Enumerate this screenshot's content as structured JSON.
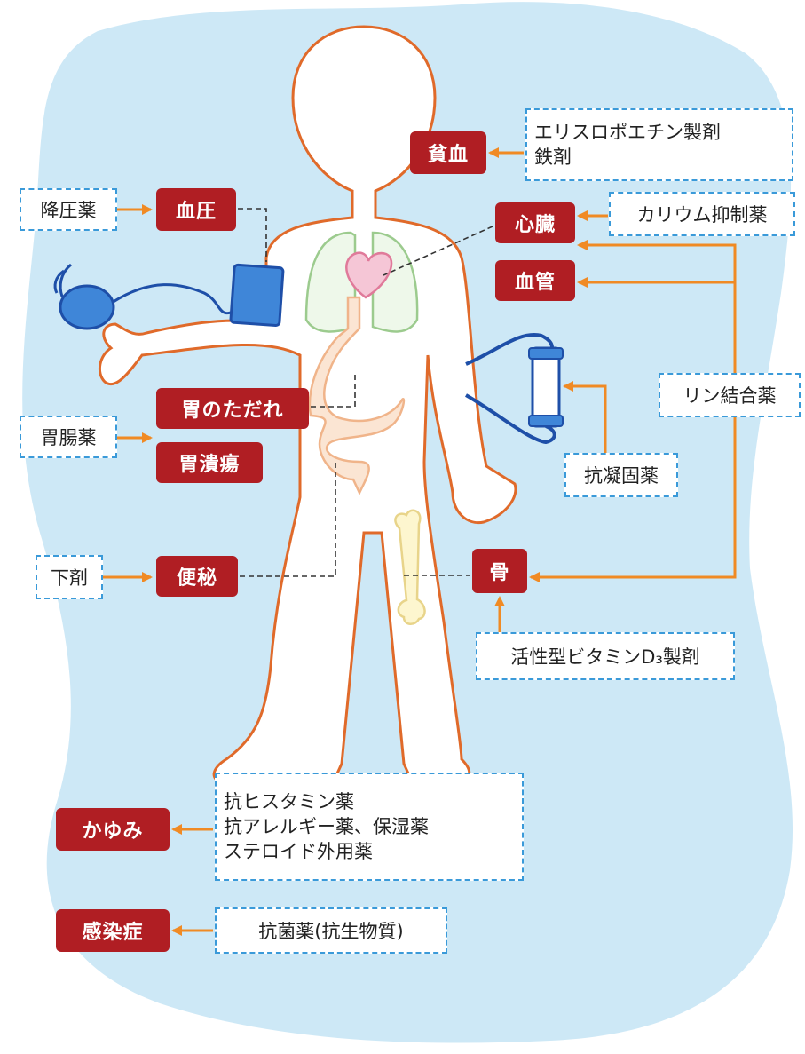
{
  "colors": {
    "background_blob": "#cde8f6",
    "body_outline": "#e06a2a",
    "condition_box": "#b01e23",
    "drug_border": "#3a9ad9",
    "arrow": "#f08a24"
  },
  "conditions": {
    "anemia": "貧血",
    "blood_pressure": "血圧",
    "heart": "心臓",
    "blood_vessel": "血管",
    "stomach_erosion": "胃のただれ",
    "stomach_ulcer": "胃潰瘍",
    "constipation": "便秘",
    "bone": "骨",
    "itch": "かゆみ",
    "infection": "感染症"
  },
  "drugs": {
    "anemia_line1": "エリスロポエチン製剤",
    "anemia_line2": "鉄剤",
    "antihypertensive": "降圧薬",
    "potassium": "カリウム抑制薬",
    "phosphate_binder": "リン結合薬",
    "gastro": "胃腸薬",
    "anticoagulant": "抗凝固薬",
    "laxative": "下剤",
    "vitamin_d": "活性型ビタミンD₃製剤",
    "itch_line1": "抗ヒスタミン薬",
    "itch_line2": "抗アレルギー薬、保湿薬",
    "itch_line3": "ステロイド外用薬",
    "antibiotic": "抗菌薬(抗生物質)"
  }
}
